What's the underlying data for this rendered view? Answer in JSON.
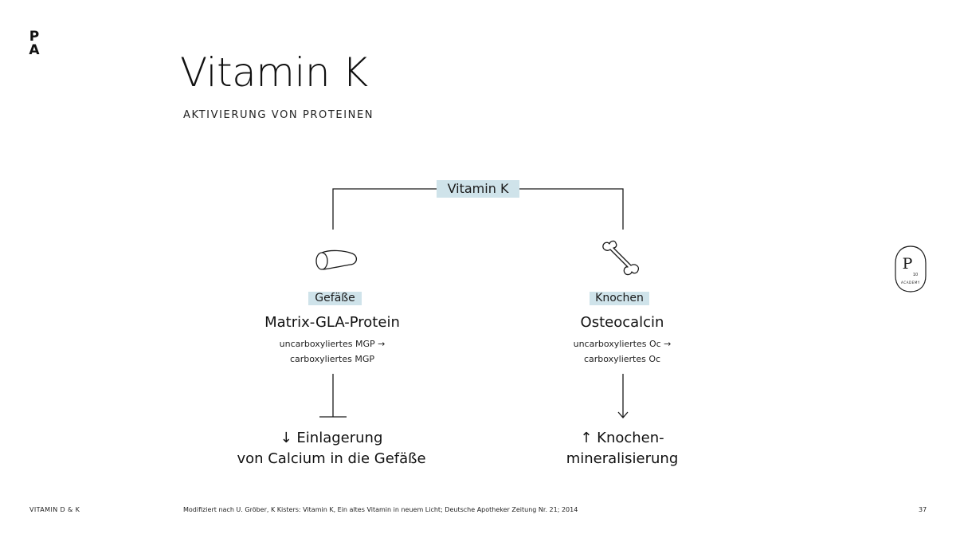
{
  "logo": {
    "letters": [
      "P",
      "A"
    ]
  },
  "title": "Vitamin K",
  "subtitle": "AKTIVIERUNG VON PROTEINEN",
  "diagram": {
    "root_label": "Vitamin K",
    "left": {
      "icon": "blood-vessel-icon",
      "tag": "Gefäße",
      "protein": "Matrix-GLA-Protein",
      "detail_line1": "uncarboxyliertes MGP →",
      "detail_line2": "carboxyliertes MGP",
      "connector": "inhibition",
      "effect_line1": "↓ Einlagerung",
      "effect_line2": "von Calcium in die Gefäße"
    },
    "right": {
      "icon": "bone-icon",
      "tag": "Knochen",
      "protein": "Osteocalcin",
      "detail_line1": "uncarboxyliertes Oc →",
      "detail_line2": "carboxyliertes Oc",
      "connector": "arrow",
      "effect_line1": "↑ Knochen-",
      "effect_line2": "mineralisierung"
    }
  },
  "badge": {
    "letter": "P",
    "superscript": "10",
    "ring_text": "ACADEMY"
  },
  "footer": {
    "left": "VITAMIN D & K",
    "source": "Modifiziert nach U. Gröber, K Kisters: Vitamin K, Ein altes Vitamin in neuem Licht; Deutsche Apotheker Zeitung Nr. 21; 2014",
    "page_number": "37"
  },
  "colors": {
    "tag_background": "#cfe3ea",
    "text": "#1a1a1a",
    "background": "#ffffff"
  }
}
